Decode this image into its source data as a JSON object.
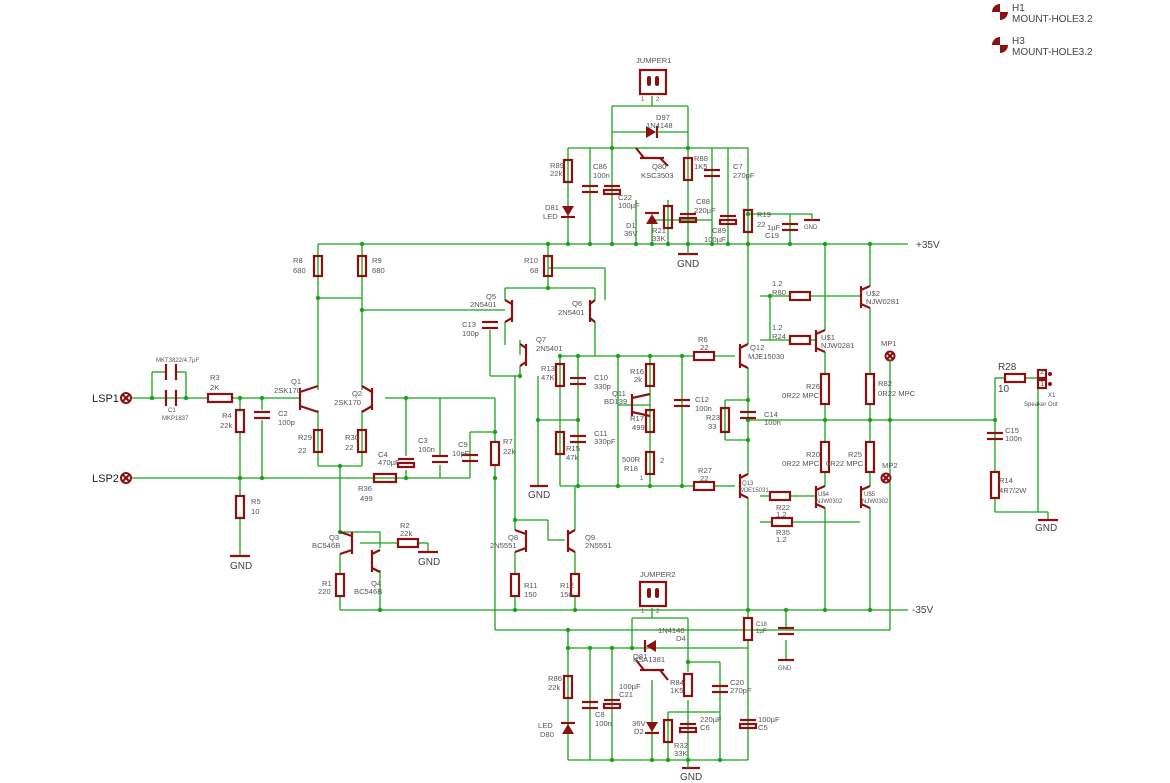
{
  "ports": {
    "lsp1": "LSP1",
    "lsp2": "LSP2"
  },
  "nets": {
    "pos_rail": "+35V",
    "neg_rail": "-35V",
    "gnd": "GND"
  },
  "mount_holes": [
    {
      "ref": "H1",
      "value": "MOUNT-HOLE3.2"
    },
    {
      "ref": "H3",
      "value": "MOUNT-HOLE3.2"
    }
  ],
  "jumpers": [
    {
      "ref": "JUMPER1",
      "pins": [
        "1",
        "2"
      ]
    },
    {
      "ref": "JUMPER2",
      "pins": [
        "1",
        "2"
      ]
    }
  ],
  "resistors": [
    {
      "ref": "R8",
      "value": "680"
    },
    {
      "ref": "R9",
      "value": "680"
    },
    {
      "ref": "R10",
      "value": "68"
    },
    {
      "ref": "R3",
      "value": "2K"
    },
    {
      "ref": "R4",
      "value": "22k"
    },
    {
      "ref": "R5",
      "value": "10"
    },
    {
      "ref": "R29",
      "value": "22"
    },
    {
      "ref": "R30",
      "value": "22"
    },
    {
      "ref": "R36",
      "value": "499"
    },
    {
      "ref": "R7",
      "value": "22k"
    },
    {
      "ref": "R13",
      "value": "47K"
    },
    {
      "ref": "R15",
      "value": "47k"
    },
    {
      "ref": "R16",
      "value": "2k"
    },
    {
      "ref": "R17",
      "value": "499"
    },
    {
      "ref": "R18",
      "value": "500R"
    },
    {
      "ref": "R6",
      "value": "22"
    },
    {
      "ref": "R27",
      "value": "22"
    },
    {
      "ref": "R23",
      "value": "33"
    },
    {
      "ref": "R19",
      "value": "22"
    },
    {
      "ref": "R80",
      "value": "1.2"
    },
    {
      "ref": "R24",
      "value": "1.2"
    },
    {
      "ref": "R22",
      "value": "1.2"
    },
    {
      "ref": "R35",
      "value": "1.2"
    },
    {
      "ref": "R26",
      "value": "0R22 MPC"
    },
    {
      "ref": "R82",
      "value": "0R22 MPC"
    },
    {
      "ref": "R20",
      "value": "0R22 MPC"
    },
    {
      "ref": "R25",
      "value": "0R22 MPC"
    },
    {
      "ref": "R28",
      "value": "10"
    },
    {
      "ref": "R14",
      "value": "4R7/2W"
    },
    {
      "ref": "R1",
      "value": "220"
    },
    {
      "ref": "R2",
      "value": "22k"
    },
    {
      "ref": "R11",
      "value": "150"
    },
    {
      "ref": "R12",
      "value": "150"
    },
    {
      "ref": "R89",
      "value": "22k"
    },
    {
      "ref": "R88",
      "value": "1K5"
    },
    {
      "ref": "R21",
      "value": "33K"
    },
    {
      "ref": "R86",
      "value": "22k"
    },
    {
      "ref": "R84",
      "value": "1K5"
    },
    {
      "ref": "R32",
      "value": "33K"
    }
  ],
  "capacitors": [
    {
      "ref": "C1",
      "value": "MKP1837"
    },
    {
      "ref": "C2",
      "value": "100p"
    },
    {
      "ref": "C3",
      "value": "100n"
    },
    {
      "ref": "C4",
      "value": "470µF"
    },
    {
      "ref": "C9",
      "value": "10pF"
    },
    {
      "ref": "C13",
      "value": "100p"
    },
    {
      "ref": "C10",
      "value": "330p"
    },
    {
      "ref": "C11",
      "value": "330pF"
    },
    {
      "ref": "C12",
      "value": "100n"
    },
    {
      "ref": "C14",
      "value": "100n"
    },
    {
      "ref": "C15",
      "value": "100n"
    },
    {
      "ref": "C19",
      "value": "1µF"
    },
    {
      "ref": "C86",
      "value": "100n"
    },
    {
      "ref": "C22",
      "value": "100µF"
    },
    {
      "ref": "C7",
      "value": "270pF"
    },
    {
      "ref": "C88",
      "value": "220µF"
    },
    {
      "ref": "C89",
      "value": "100µF"
    },
    {
      "ref": "C8",
      "value": "100n"
    },
    {
      "ref": "C21",
      "value": "100µF"
    },
    {
      "ref": "C20",
      "value": "270pF"
    },
    {
      "ref": "C6",
      "value": "220µF"
    },
    {
      "ref": "C5",
      "value": "100µF"
    },
    {
      "ref": "C18",
      "value": "1µF"
    }
  ],
  "semis": [
    {
      "ref": "Q1",
      "value": "2SK170"
    },
    {
      "ref": "Q2",
      "value": "2SK170"
    },
    {
      "ref": "Q3",
      "value": "BC546B"
    },
    {
      "ref": "Q4",
      "value": "BC546B"
    },
    {
      "ref": "Q5",
      "value": "2N5401"
    },
    {
      "ref": "Q6",
      "value": "2N5401"
    },
    {
      "ref": "Q7",
      "value": "2N5401"
    },
    {
      "ref": "Q8",
      "value": "2N5551"
    },
    {
      "ref": "Q9",
      "value": "2N5551"
    },
    {
      "ref": "Q11",
      "value": "BD139"
    },
    {
      "ref": "Q12",
      "value": "MJE15030"
    },
    {
      "ref": "Q13",
      "value": "MJE15031"
    },
    {
      "ref": "U$1",
      "value": "NJW0281"
    },
    {
      "ref": "U$2",
      "value": "NJW0281"
    },
    {
      "ref": "U$4",
      "value": "NJW0302"
    },
    {
      "ref": "U$5",
      "value": "NJW0302"
    },
    {
      "ref": "Q80",
      "value": "KSC3503"
    },
    {
      "ref": "Q81",
      "value": "KSA1381"
    },
    {
      "ref": "D97",
      "value": "1N4148"
    },
    {
      "ref": "D4",
      "value": "1N4148"
    },
    {
      "ref": "D1",
      "value": "36V"
    },
    {
      "ref": "D2",
      "value": "36V"
    },
    {
      "ref": "D81",
      "value": "LED"
    },
    {
      "ref": "D80",
      "value": "LED"
    }
  ],
  "misc": {
    "c1_top": "MKT3822/4.7µF",
    "x1": "X1",
    "speaker": "Speaker Out",
    "mp1": "MP1",
    "mp2": "MP2",
    "pin1": "1",
    "pin2": "2",
    "gnd_small": "GND"
  },
  "colors": {
    "wire": "#1aa31a",
    "part": "#8b1010",
    "text": "#555555"
  }
}
